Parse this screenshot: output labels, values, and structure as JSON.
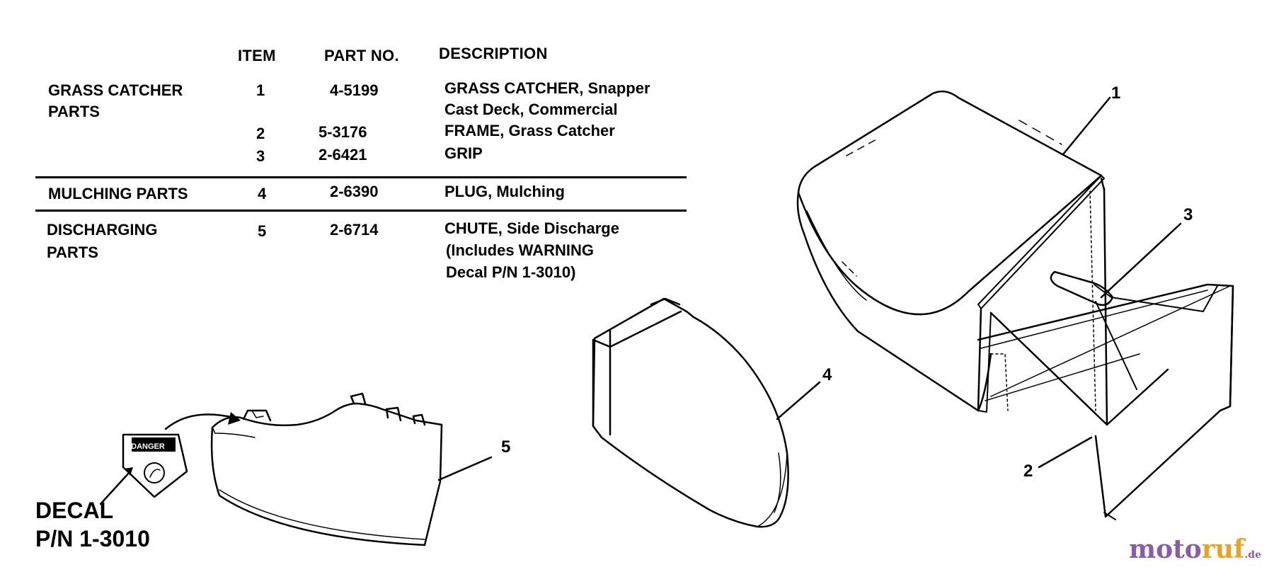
{
  "table": {
    "headers": {
      "item": "ITEM",
      "part_no": "PART NO.",
      "description": "DESCRIPTION"
    },
    "groups": [
      {
        "name_lines": [
          "GRASS CATCHER",
          "PARTS"
        ],
        "rows": [
          {
            "item": "1",
            "part_no": "4-5199",
            "description_lines": [
              "GRASS CATCHER, Snapper",
              " Cast Deck, Commercial"
            ]
          },
          {
            "item": "2",
            "part_no": "5-3176",
            "description_lines": [
              "FRAME, Grass Catcher"
            ]
          },
          {
            "item": "3",
            "part_no": "2-6421",
            "description_lines": [
              "GRIP"
            ]
          }
        ]
      },
      {
        "name_lines": [
          "MULCHING PARTS"
        ],
        "rows": [
          {
            "item": "4",
            "part_no": "2-6390",
            "description_lines": [
              "PLUG, Mulching"
            ]
          }
        ]
      },
      {
        "name_lines": [
          "DISCHARGING",
          "PARTS"
        ],
        "rows": [
          {
            "item": "5",
            "part_no": "2-6714",
            "description_lines": [
              "CHUTE, Side Discharge",
              "(Includes WARNING",
              "Decal P/N 1-3010)"
            ]
          }
        ]
      }
    ]
  },
  "callouts": [
    "1",
    "2",
    "3",
    "4",
    "5"
  ],
  "decal_label": [
    "DECAL",
    "P/N 1-3010"
  ],
  "decal_sign_text": "DANGER",
  "watermark": {
    "part_a": "moto",
    "part_b": "ruf",
    "part_c": ".de"
  },
  "colors": {
    "ink": "#000000",
    "paper": "#ffffff",
    "watermark_purple": "#8b5aa8",
    "watermark_orange": "#f0a020"
  }
}
